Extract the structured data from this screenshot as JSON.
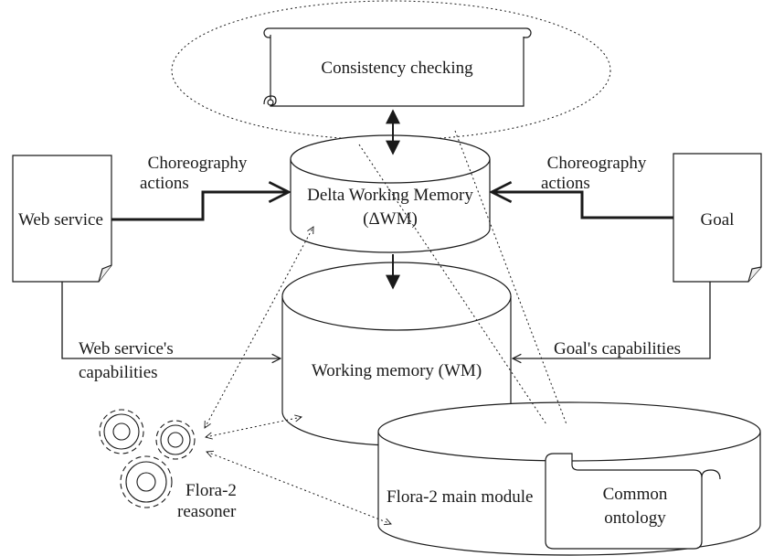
{
  "consistency_checking": "Consistency checking",
  "delta_wm": {
    "line1": "Delta Working Memory",
    "line2": "(ΔWM)"
  },
  "working_memory": "Working memory (WM)",
  "main_module": "Flora-2 main module",
  "common_ontology": {
    "line1": "Common",
    "line2": "ontology"
  },
  "web_service": "Web service",
  "goal": "Goal",
  "choreography_left": {
    "line1": "Choreography",
    "line2": "actions"
  },
  "choreography_right": {
    "line1": "Choreography",
    "line2": "actions"
  },
  "ws_capabilities": {
    "line1": "Web service's",
    "line2": "capabilities"
  },
  "goal_capabilities": "Goal's capabilities",
  "reasoner": {
    "line1": "Flora-2",
    "line2": "reasoner"
  },
  "colors": {
    "stroke": "#1a1a1a",
    "background": "#ffffff"
  },
  "icons": {
    "reasoner": "gears-icon",
    "web_service": "document-icon",
    "goal": "document-icon",
    "consistency": "scroll-icon"
  }
}
